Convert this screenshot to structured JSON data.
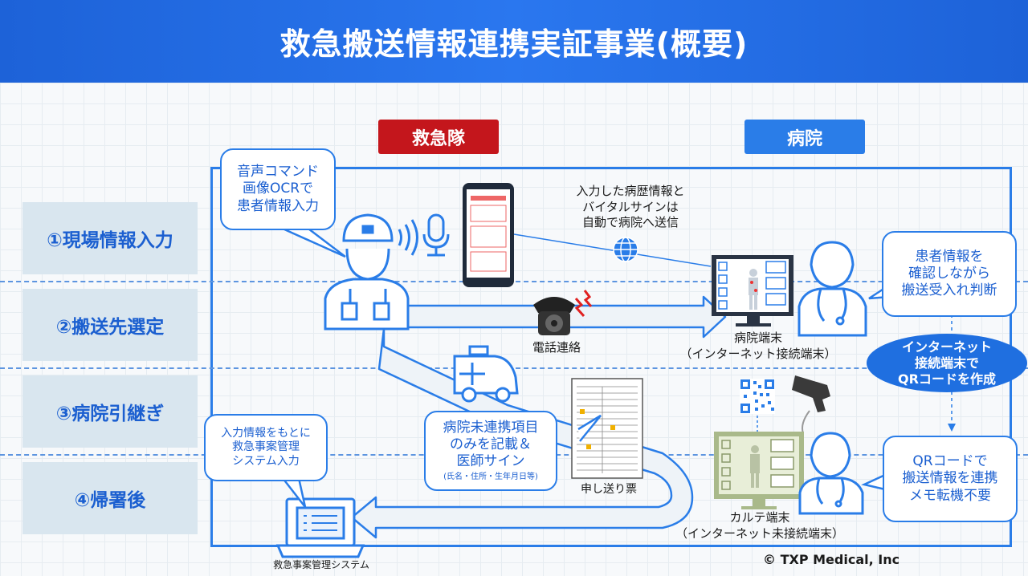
{
  "title": "救急搬送情報連携実証事業(概要)",
  "columns": {
    "ambulance": "救急隊",
    "hospital": "病院"
  },
  "steps": [
    "①現場情報入力",
    "②搬送先選定",
    "③病院引継ぎ",
    "④帰署後"
  ],
  "bubbles": {
    "voice_ocr": [
      "音声コマンド",
      "画像OCRで",
      "患者情報入力"
    ],
    "check": [
      "患者情報を",
      "確認しながら",
      "搬送受入れ判断"
    ],
    "handover": [
      "病院未連携項目",
      "のみを記載＆",
      "医師サイン"
    ],
    "handover_note": "(氏名・住所・生年月日等)",
    "system_input": [
      "入力情報をもとに",
      "救急事案管理",
      "システム入力"
    ],
    "qr_link": [
      "QRコードで",
      "搬送情報を連携",
      "メモ転機不要"
    ]
  },
  "auto_send": [
    "入力した病歴情報と",
    "バイタルサインは",
    "自動で病院へ送信"
  ],
  "internet_qr": [
    "インターネット",
    "接続端末で",
    "QRコードを作成"
  ],
  "labels": {
    "phone": "電話連絡",
    "hospital_terminal": [
      "病院端末",
      "（インターネット接続端末）"
    ],
    "handover_sheet": "申し送り票",
    "chart_terminal": [
      "カルテ端末",
      "（インターネット未接続端末）"
    ],
    "management_system": "救急事案管理システム"
  },
  "copyright": "© TXP Medical, Inc",
  "colors": {
    "primary_blue": "#2a7de8",
    "ambulance_red": "#c4161c",
    "step_bg": "#d9e6ef",
    "chart_green": "#a9b98a"
  }
}
